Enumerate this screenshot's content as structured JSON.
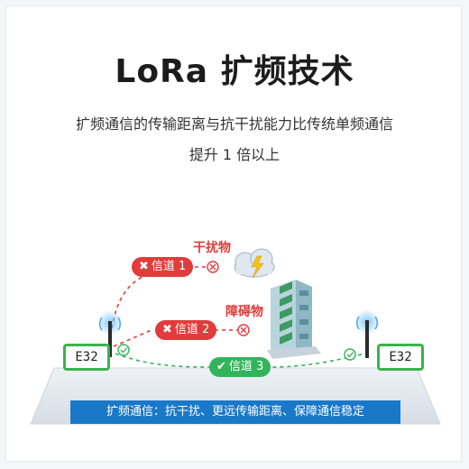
{
  "title": "LoRa 扩频技术",
  "subtitle_line1": "扩频通信的传输距离与抗干扰能力比传统单频通信",
  "subtitle_line2": "提升 1 倍以上",
  "obstacles": {
    "interference": "干扰物",
    "barrier": "障碍物"
  },
  "channels": [
    {
      "label": "信道 1",
      "status": "blocked"
    },
    {
      "label": "信道 2",
      "status": "blocked"
    },
    {
      "label": "信道 3",
      "status": "ok"
    }
  ],
  "devices": {
    "left": "E32",
    "right": "E32"
  },
  "banner": "扩频通信：抗干扰、更远传输距离、保障通信稳定",
  "colors": {
    "red": "#e23b3b",
    "green": "#33b45a",
    "blue": "#1a78c9"
  }
}
